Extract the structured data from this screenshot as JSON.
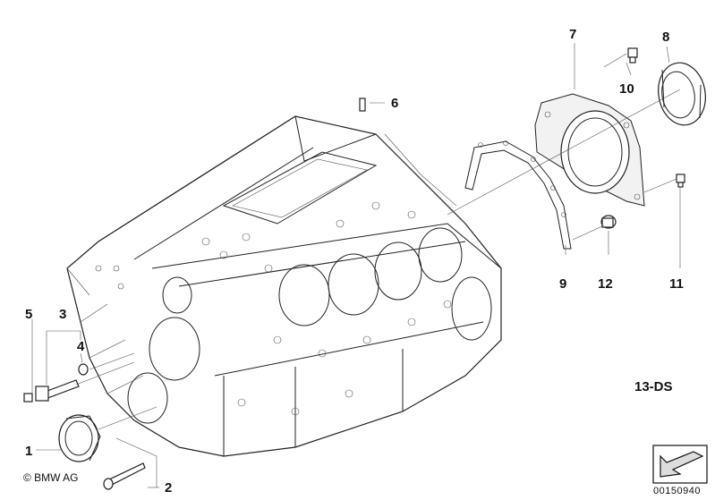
{
  "diagram": {
    "callouts": [
      {
        "id": "1",
        "label": "1"
      },
      {
        "id": "2",
        "label": "2"
      },
      {
        "id": "3",
        "label": "3"
      },
      {
        "id": "4",
        "label": "4"
      },
      {
        "id": "5",
        "label": "5"
      },
      {
        "id": "6",
        "label": "6"
      },
      {
        "id": "7",
        "label": "7"
      },
      {
        "id": "8",
        "label": "8"
      },
      {
        "id": "9",
        "label": "9"
      },
      {
        "id": "10",
        "label": "10"
      },
      {
        "id": "11",
        "label": "11"
      },
      {
        "id": "12",
        "label": "12"
      }
    ],
    "section_code": "13-DS",
    "copyright": "© BMW AG",
    "document_number": "00150940"
  }
}
